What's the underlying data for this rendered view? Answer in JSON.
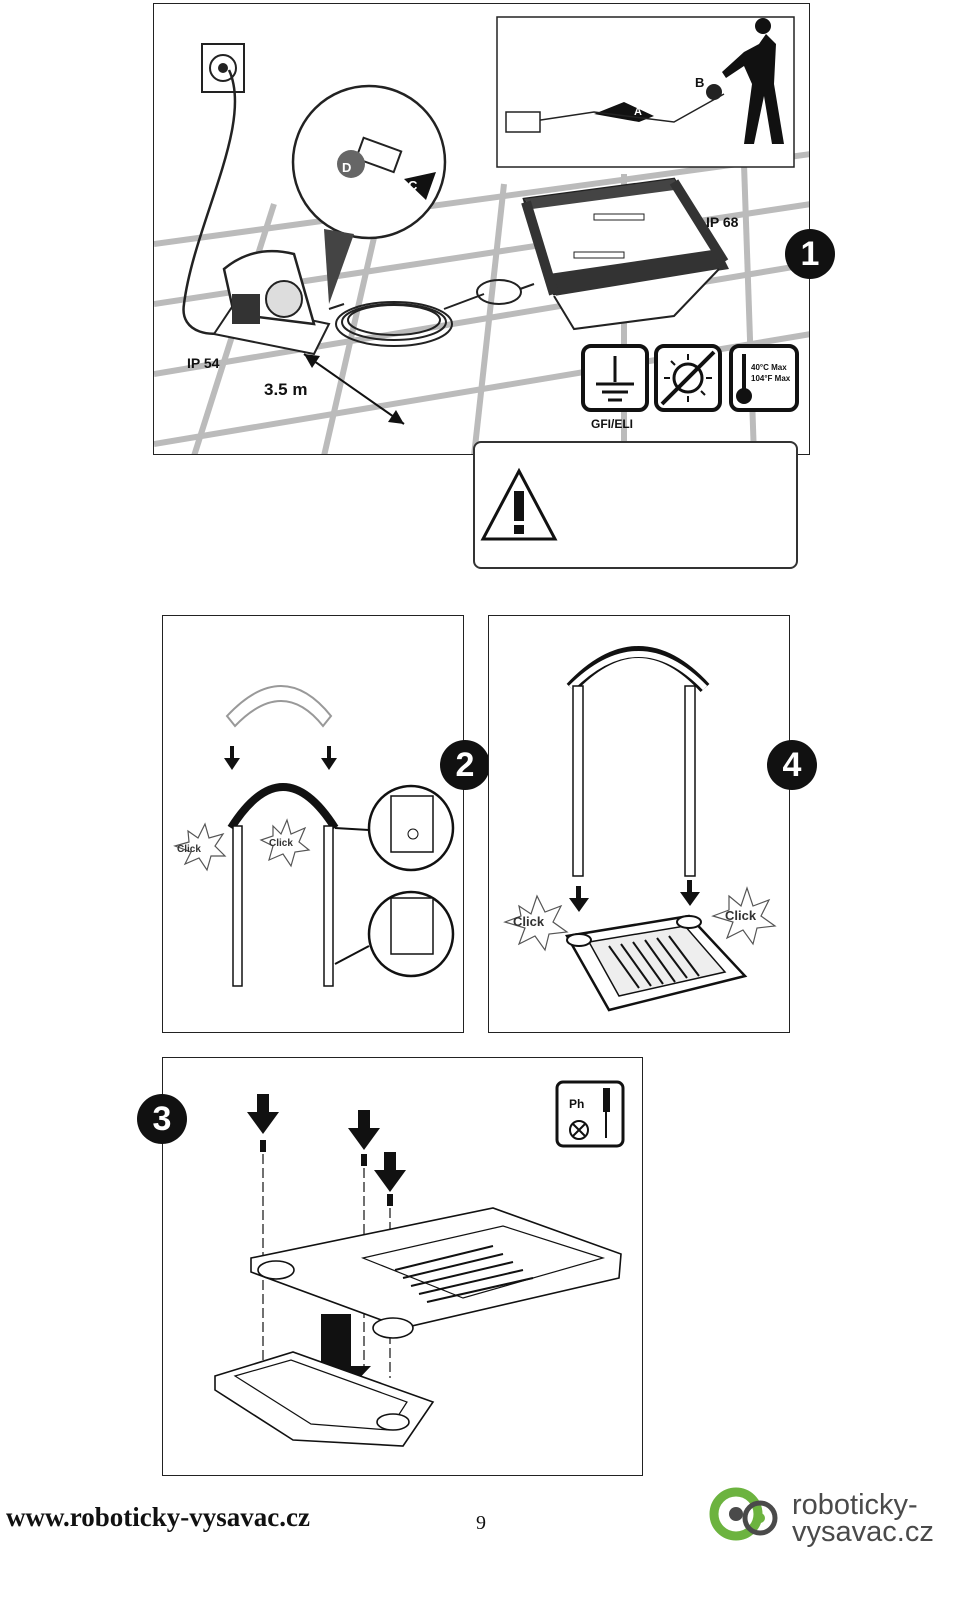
{
  "step1": {
    "number": "1",
    "label_b": "B",
    "label_a": "A",
    "label_d": "D",
    "label_c": "C",
    "ip_robot": "IP 68",
    "ip_supply": "IP 54",
    "distance": "3.5 m",
    "gfi": "GFI/ELI",
    "temp_c": "40°C Max",
    "temp_f": "104°F Max"
  },
  "step2": {
    "number": "2",
    "click_left": "Click",
    "click_right": "Click"
  },
  "step4": {
    "number": "4",
    "click_left": "Click",
    "click_right": "Click"
  },
  "step3": {
    "number": "3",
    "tool_label": "Ph"
  },
  "footer": {
    "url": "www.roboticky-vysavac.cz",
    "page_number": "9",
    "logo_line1": "roboticky-",
    "logo_line2": "vysavac.cz"
  },
  "colors": {
    "logo_green": "#6cb33f",
    "logo_grey": "#4a4a4a"
  }
}
